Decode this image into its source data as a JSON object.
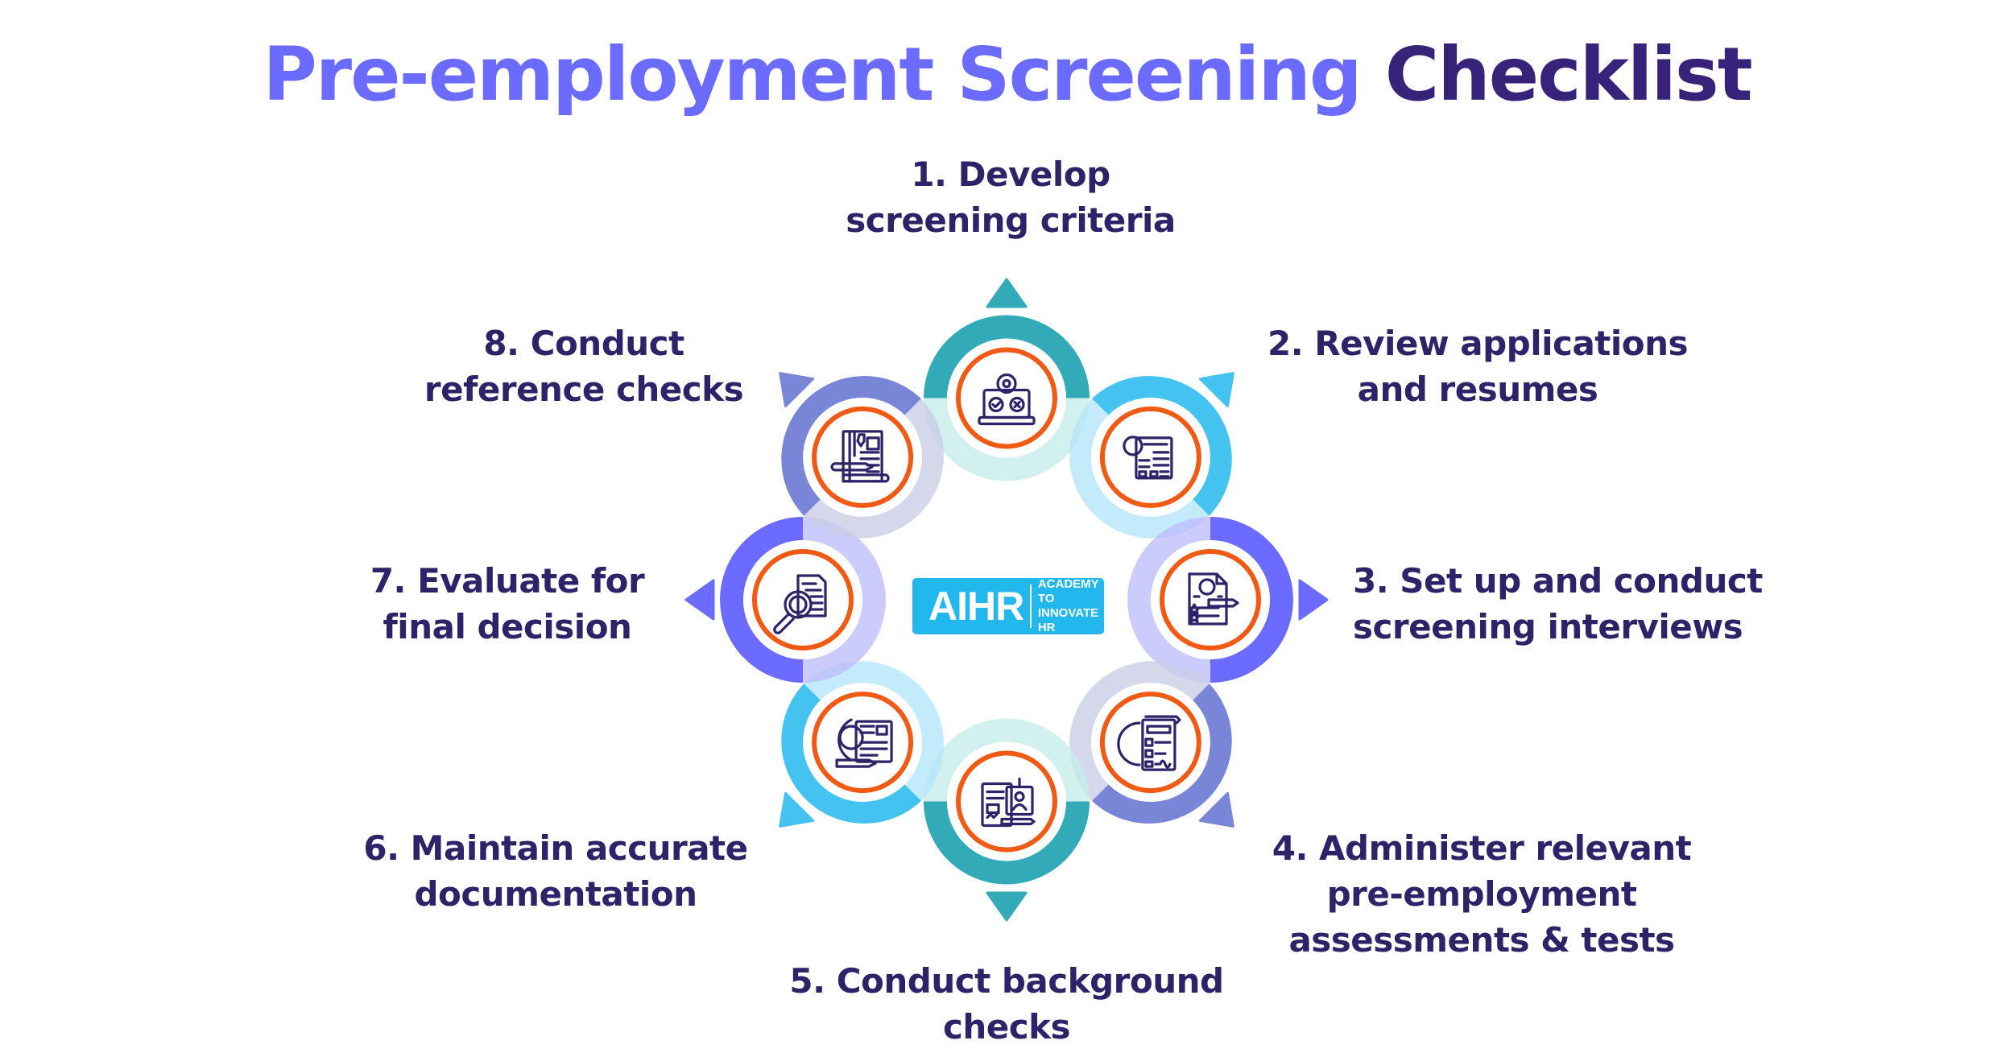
{
  "title": {
    "accent_text": "Pre-employment Screening",
    "dark_text": "Checklist",
    "accent_color": "#6b6bff",
    "dark_color": "#37247a"
  },
  "logo": {
    "main": "AIHR",
    "sub_line1": "ACADEMY TO",
    "sub_line2": "INNOVATE HR",
    "color": "#22b8ee"
  },
  "colors": {
    "text": "#2e2268",
    "icon_ring": "#f05a14",
    "icon_stroke": "#2e2268"
  },
  "steps": [
    {
      "number": "1",
      "lines": [
        "1. Develop",
        "screening criteria"
      ],
      "icon": "laptop-gear-check-icon",
      "dark": "#33aab8",
      "light": "#c4ece9"
    },
    {
      "number": "2",
      "lines": [
        "2. Review applications",
        "and resumes"
      ],
      "icon": "resume-profile-icon",
      "dark": "#45c3f0",
      "light": "#b3e6fa"
    },
    {
      "number": "3",
      "lines": [
        "3. Set up and conduct",
        "screening interviews"
      ],
      "icon": "candidate-rating-document-icon",
      "dark": "#6b6bff",
      "light": "#bcbcfb"
    },
    {
      "number": "4",
      "lines": [
        "4. Administer relevant",
        "pre-employment",
        "assessments & tests"
      ],
      "icon": "assessment-clipboard-icon",
      "dark": "#7986d8",
      "light": "#c9cde6"
    },
    {
      "number": "5",
      "lines": [
        "5. Conduct background",
        "checks"
      ],
      "icon": "id-document-signature-icon",
      "dark": "#33aab8",
      "light": "#c4ece9"
    },
    {
      "number": "6",
      "lines": [
        "6. Maintain accurate",
        "documentation"
      ],
      "icon": "document-gear-pencil-icon",
      "dark": "#45c3f0",
      "light": "#b3e6fa"
    },
    {
      "number": "7",
      "lines": [
        "7. Evaluate for",
        "final decision"
      ],
      "icon": "document-magnifier-icon",
      "dark": "#6b6bff",
      "light": "#bcbcfb"
    },
    {
      "number": "8",
      "lines": [
        "8. Conduct",
        "reference checks"
      ],
      "icon": "reference-scroll-pencil-icon",
      "dark": "#7986d8",
      "light": "#c9cde6"
    }
  ]
}
